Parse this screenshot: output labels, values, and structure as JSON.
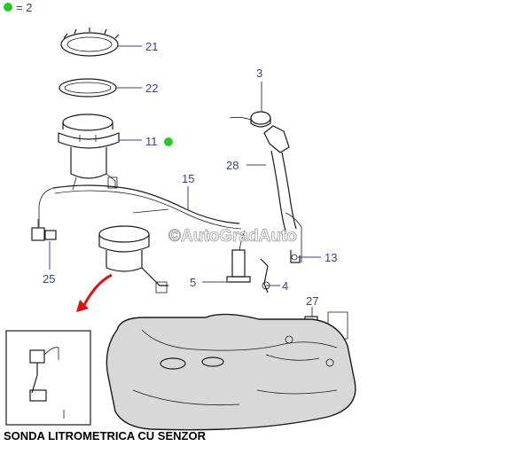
{
  "legend": {
    "text": "= 2",
    "dot_color": "#22cc22"
  },
  "callouts": [
    {
      "id": "21",
      "label": "21"
    },
    {
      "id": "22",
      "label": "22"
    },
    {
      "id": "11",
      "label": "11"
    },
    {
      "id": "3",
      "label": "3"
    },
    {
      "id": "28",
      "label": "28"
    },
    {
      "id": "15",
      "label": "15"
    },
    {
      "id": "25",
      "label": "25"
    },
    {
      "id": "13",
      "label": "13"
    },
    {
      "id": "5",
      "label": "5"
    },
    {
      "id": "4",
      "label": "4"
    },
    {
      "id": "27",
      "label": "27"
    }
  ],
  "marker_color": "#22cc22",
  "arrow_color": "#dd1111",
  "label_color": "#3a3f86",
  "watermark": "©AutoGradAuto",
  "caption": "SONDA LITROMETRICA CU SENZOR"
}
